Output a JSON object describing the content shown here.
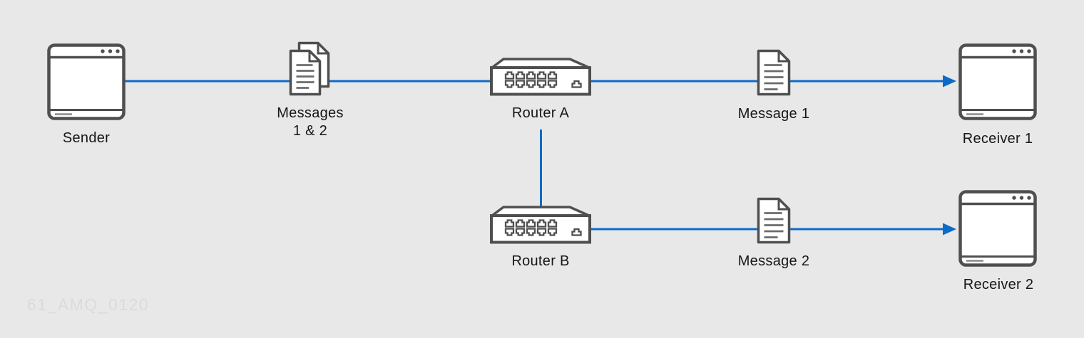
{
  "diagram": {
    "watermark": "61_AMQ_0120",
    "nodes": {
      "sender": {
        "label": "Sender",
        "icon": "browser-window-icon"
      },
      "messages_1_2": {
        "label_line1": "Messages",
        "label_line2": "1 & 2",
        "icon": "document-stack-icon"
      },
      "router_a": {
        "label": "Router A",
        "icon": "router-icon"
      },
      "message_1": {
        "label": "Message 1",
        "icon": "document-icon"
      },
      "receiver_1": {
        "label": "Receiver 1",
        "icon": "browser-window-icon"
      },
      "router_b": {
        "label": "Router B",
        "icon": "router-icon"
      },
      "message_2": {
        "label": "Message 2",
        "icon": "document-icon"
      },
      "receiver_2": {
        "label": "Receiver 2",
        "icon": "browser-window-icon"
      }
    },
    "connections": [
      {
        "from": "sender",
        "to": "router_a",
        "via": "messages_1_2",
        "arrow": false
      },
      {
        "from": "router_a",
        "to": "receiver_1",
        "via": "message_1",
        "arrow": true
      },
      {
        "from": "router_a",
        "to": "router_b",
        "via": null,
        "arrow": false
      },
      {
        "from": "router_b",
        "to": "receiver_2",
        "via": "message_2",
        "arrow": true
      }
    ]
  },
  "colors": {
    "background": "#e8e8e8",
    "icon_stroke": "#4f4f4f",
    "doc_line": "#6b6b6b",
    "connector_blue": "#0d6bc8",
    "label_text": "#161616",
    "watermark": "#dbdbdb"
  }
}
